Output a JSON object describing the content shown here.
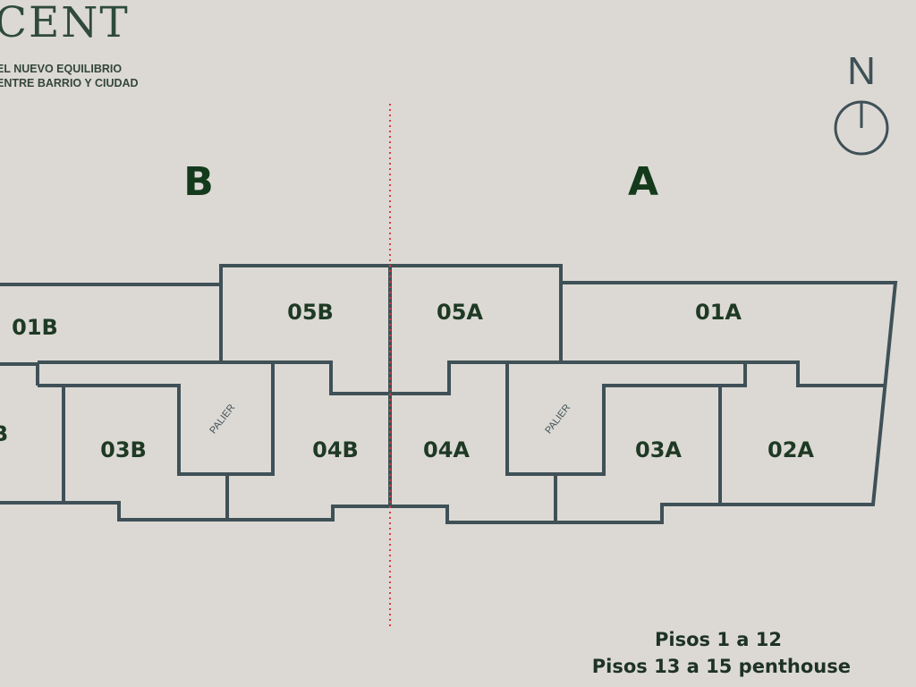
{
  "brand": {
    "name": "CENT",
    "tagline_1": "EL NUEVO EQUILIBRIO",
    "tagline_2": "ENTRE BARRIO Y CIUDAD"
  },
  "compass": {
    "label": "N"
  },
  "sections": {
    "left": "B",
    "right": "A"
  },
  "units": {
    "u01B": "01B",
    "u02B_partial": "B",
    "u03B": "03B",
    "u04B": "04B",
    "u05B": "05B",
    "u05A": "05A",
    "u04A": "04A",
    "u03A": "03A",
    "u02A": "02A",
    "u01A": "01A",
    "palier": "PALIER"
  },
  "footer": {
    "line_1": "Pisos 1 a 12",
    "line_2": "Pisos 13 a 15 penthouse"
  },
  "colors": {
    "background": "#dcd9d4",
    "wall": "#3f5157",
    "label": "#1e3a24",
    "divider": "#e03a3a"
  }
}
